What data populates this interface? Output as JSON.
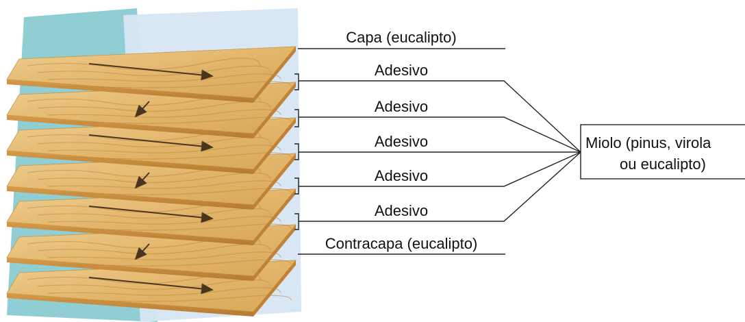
{
  "labels": {
    "capa": "Capa (eucalipto)",
    "adesivos": [
      "Adesivo",
      "Adesivo",
      "Adesivo",
      "Adesivo",
      "Adesivo"
    ],
    "contracapa": "Contracapa (eucalipto)",
    "miolo_line1": "Miolo (pinus, virola",
    "miolo_line2": "ou eucalipto)"
  },
  "colors": {
    "veneer_top": "#e9c27e",
    "veneer_edge": "#c98f3f",
    "backdrop_teal": "#7ec6cc",
    "backdrop_light": "#d6e6f2"
  },
  "layers": [
    {
      "grain_direction": "horizontal"
    },
    {
      "grain_direction": "vertical"
    },
    {
      "grain_direction": "horizontal"
    },
    {
      "grain_direction": "vertical"
    },
    {
      "grain_direction": "horizontal"
    },
    {
      "grain_direction": "vertical"
    },
    {
      "grain_direction": "horizontal"
    }
  ]
}
